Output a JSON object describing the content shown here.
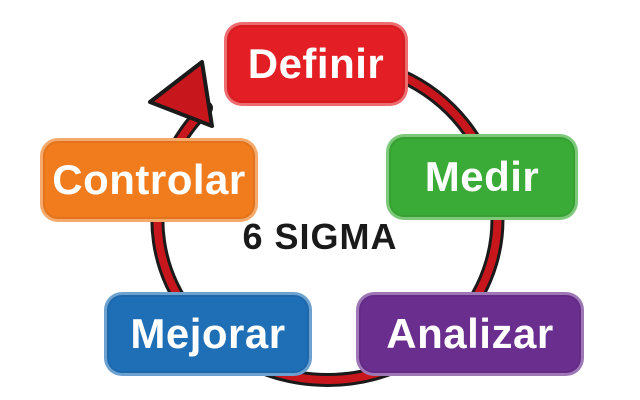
{
  "center_title": "6 SIGMA",
  "steps": [
    {
      "label": "Definir",
      "color": "#e31e24"
    },
    {
      "label": "Medir",
      "color": "#3aab36"
    },
    {
      "label": "Analizar",
      "color": "#6a2e8f"
    },
    {
      "label": "Mejorar",
      "color": "#1f6fb6"
    },
    {
      "label": "Controlar",
      "color": "#f07c1e"
    }
  ],
  "cycle_color": "#c8161d",
  "cycle_outline_color": "#1a1a1a"
}
